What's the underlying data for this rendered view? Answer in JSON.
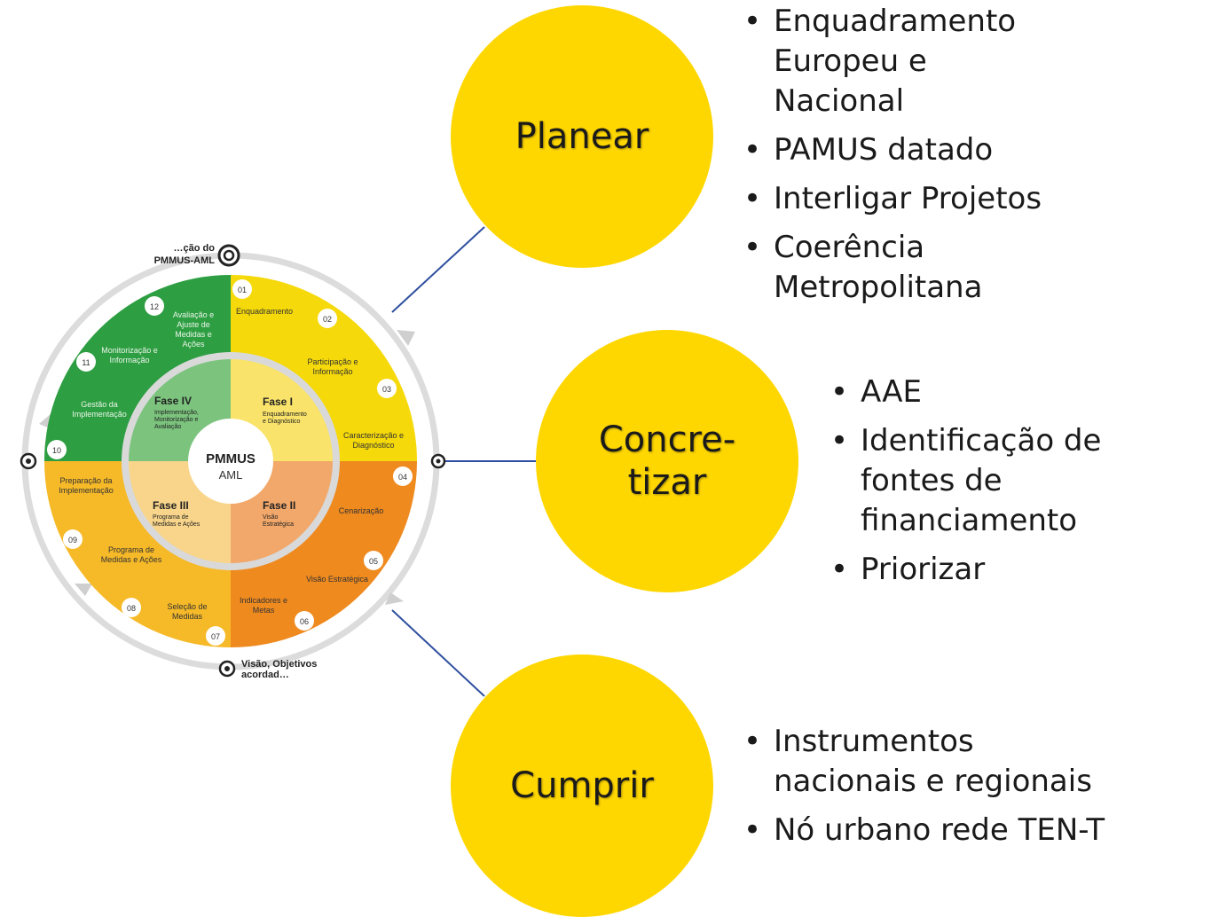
{
  "cycle": {
    "center_title": "PMMUS",
    "center_subtitle": "AML",
    "top_label_line1": "…ção do",
    "top_label_line2": "PMMUS-AML",
    "bottom_label_line1": "Visão, Objetivos",
    "bottom_label_line2": "acordad…",
    "phases": [
      {
        "title": "Fase I",
        "desc": [
          "Enquadramento",
          "e Diagnóstico"
        ]
      },
      {
        "title": "Fase II",
        "desc": [
          "Visão",
          "Estratégica"
        ]
      },
      {
        "title": "Fase III",
        "desc": [
          "Programa de",
          "Medidas e Ações"
        ]
      },
      {
        "title": "Fase IV",
        "desc": [
          "Implementação,",
          "Monitorização e",
          "Avaliação"
        ]
      }
    ],
    "steps": [
      {
        "num": "01",
        "label": [
          "Enquadramento"
        ]
      },
      {
        "num": "02",
        "label": [
          "Participação e",
          "Informação"
        ]
      },
      {
        "num": "03",
        "label": [
          "Caracterização e",
          "Diagnóstico"
        ]
      },
      {
        "num": "04",
        "label": [
          "Cenarização"
        ]
      },
      {
        "num": "05",
        "label": [
          "Visão Estratégica"
        ]
      },
      {
        "num": "06",
        "label": [
          "Indicadores e",
          "Metas"
        ]
      },
      {
        "num": "07",
        "label": [
          "Seleção de",
          "Medidas"
        ]
      },
      {
        "num": "08",
        "label": []
      },
      {
        "num": "09",
        "label": [
          "Programa de",
          "Medidas e Ações"
        ]
      },
      {
        "num": "10",
        "label": [
          "Preparação da",
          "Implementação"
        ]
      },
      {
        "num": "11",
        "label": [
          "Gestão da",
          "Implementação"
        ]
      },
      {
        "num": "12",
        "label": [
          "Monitorização e",
          "Informação"
        ]
      },
      {
        "num": "",
        "label": [
          "Avaliação e",
          "Ajuste de",
          "Medidas e",
          "Ações"
        ]
      }
    ]
  },
  "groups": [
    {
      "title": "Planear",
      "items": [
        "Enquadramento Europeu e Nacional",
        "PAMUS datado",
        "Interligar Projetos",
        "Coerência Metropolitana"
      ]
    },
    {
      "title_line1": "Concre-",
      "title_line2": "tizar",
      "items": [
        "AAE",
        "Identificação de fontes de financiamento",
        "Priorizar"
      ]
    },
    {
      "title": "Cumprir",
      "items": [
        "Instrumentos nacionais e regionais",
        "Nó urbano rede TEN-T"
      ]
    }
  ],
  "colors": {
    "circle": "#ffd700",
    "connector": "#2f4f9f",
    "phase1": "#f5d90a",
    "phase2": "#ef8a1f",
    "phase3": "#f6b928",
    "phase4": "#2e9e42"
  }
}
